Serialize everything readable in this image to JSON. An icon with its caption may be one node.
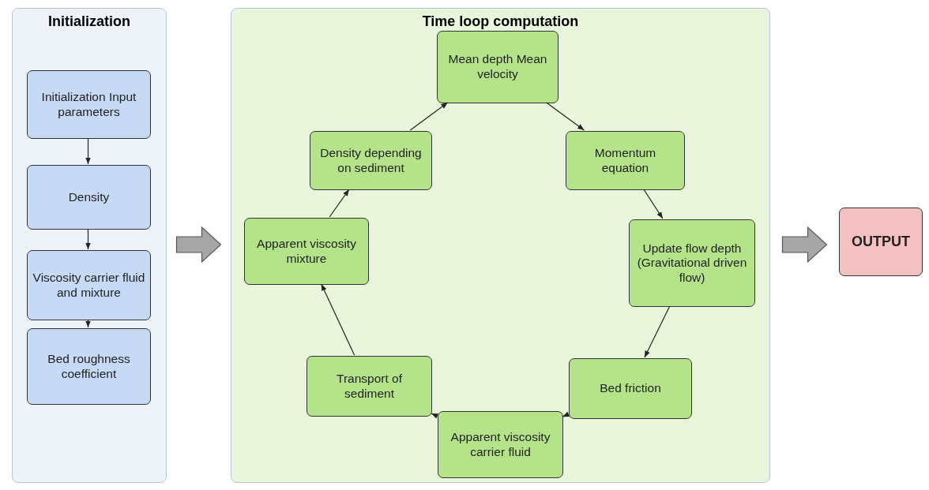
{
  "diagram": {
    "nodes": [
      {
        "text": [
          "Initialization"
        ]
      },
      {
        "text": [
          "Initialization Input parameters"
        ],
        "in": 0
      },
      {
        "text": [
          "Density"
        ],
        "in": 0
      },
      {
        "text": [
          "Viscosity carrier fluid and mixture"
        ],
        "in": 0
      },
      {
        "text": [
          "Bed roughness coefficient"
        ],
        "in": 0
      },
      {
        "text": [
          "Time loop computation"
        ]
      },
      {
        "text": [
          "Mean depth Mean velocity"
        ],
        "in": 5
      },
      {
        "text": [
          "Momentum equation"
        ],
        "in": 5
      },
      {
        "text": [
          "Update flow depth (Gravitational driven flow)"
        ],
        "in": 5
      },
      {
        "text": [
          "Bed friction"
        ],
        "in": 5
      },
      {
        "text": [
          "Apparent viscosity carrier fluid"
        ],
        "in": 5
      },
      {
        "text": [
          "Transport of sediment"
        ],
        "in": 5
      },
      {
        "text": [
          "Apparent viscosity mixture"
        ],
        "in": 5
      },
      {
        "text": [
          "Density depending on sediment"
        ],
        "in": 5
      },
      {
        "text": [
          "OUTPUT"
        ]
      }
    ],
    "edges": [
      {
        "from": 1,
        "to": 2,
        "arrow": "to"
      },
      {
        "from": 2,
        "to": 3,
        "arrow": "to"
      },
      {
        "from": 3,
        "to": 4,
        "arrow": "to"
      },
      {
        "from": 0,
        "to": 5,
        "arrow": "to",
        "style": "thick"
      },
      {
        "from": 5,
        "to": 14,
        "arrow": "to",
        "style": "thick"
      },
      {
        "from": 6,
        "to": 7,
        "arrow": "to"
      },
      {
        "from": 7,
        "to": 8,
        "arrow": "to"
      },
      {
        "from": 8,
        "to": 9,
        "arrow": "to"
      },
      {
        "from": 9,
        "to": 10,
        "arrow": "to"
      },
      {
        "from": 10,
        "to": 11,
        "arrow": "to"
      },
      {
        "from": 11,
        "to": 12,
        "arrow": "to"
      },
      {
        "from": 12,
        "to": 13,
        "arrow": "to"
      },
      {
        "from": 13,
        "to": 6,
        "arrow": "to"
      }
    ]
  }
}
